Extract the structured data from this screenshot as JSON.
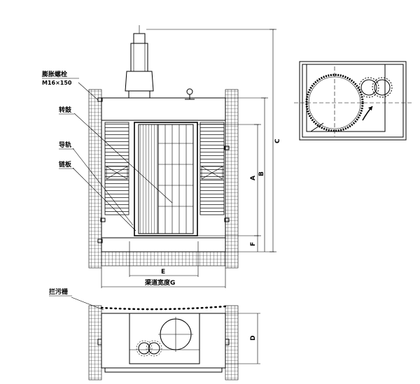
{
  "labels": {
    "anchor_bolt": "膨胀螺栓",
    "anchor_bolt_spec": "M16×150",
    "drum": "转鼓",
    "guide_rail": "导轨",
    "chain_plate": "链板",
    "grate_plate": "拦污栅",
    "channel_width": "渠道宽度G"
  },
  "dimensions": {
    "A": "A",
    "B": "B",
    "C": "C",
    "D": "D",
    "E": "E",
    "F": "F"
  }
}
